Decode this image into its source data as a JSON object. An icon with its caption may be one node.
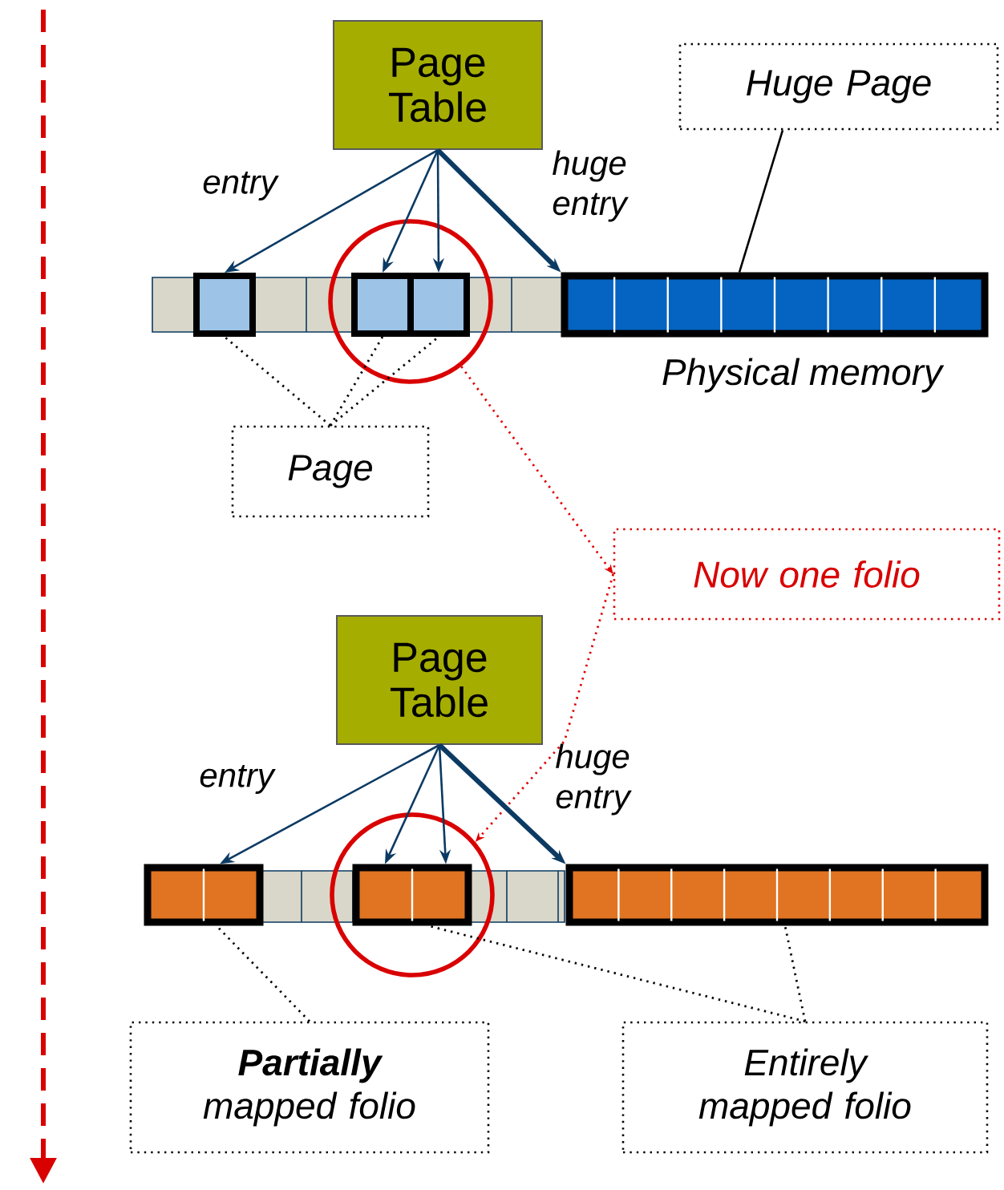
{
  "diagram": {
    "nodes": [
      {
        "text": [
          "Page Table"
        ]
      },
      {
        "text": [],
        "shape": "box"
      },
      {
        "text": [],
        "shape": "circle"
      },
      {
        "text": [],
        "shape": "box",
        "in": 2
      },
      {
        "text": [],
        "shape": "box",
        "in": 2
      },
      {
        "text": [],
        "shape": "bar",
        "beside": [
          "Physical memory"
        ]
      },
      {
        "text": [
          "Page"
        ]
      },
      {
        "text": [
          "Huge Page"
        ]
      },
      {
        "text": [
          "Now one folio"
        ]
      },
      {
        "text": [
          "Page Table"
        ]
      },
      {
        "text": [],
        "shape": "box"
      },
      {
        "text": [],
        "shape": "circle"
      },
      {
        "text": [],
        "shape": "box",
        "in": 11
      },
      {
        "text": [],
        "shape": "bar"
      },
      {
        "text": [
          "**Partially** mapped folio"
        ]
      },
      {
        "text": [
          "Entirely mapped folio"
        ]
      }
    ],
    "edges": [
      {
        "from": 0,
        "to": 1,
        "arrow": "to",
        "label": "entry"
      },
      {
        "from": 0,
        "to": 3,
        "arrow": "to"
      },
      {
        "from": 0,
        "to": 4,
        "arrow": "to"
      },
      {
        "from": 0,
        "to": 5,
        "arrow": "to",
        "label": "huge entry",
        "style": "thick"
      },
      {
        "from": 7,
        "to": 5,
        "arrow": "none",
        "color": "#000000"
      },
      {
        "from": 6,
        "to": 1,
        "arrow": "none",
        "style": "dashed",
        "color": "#000000"
      },
      {
        "from": 6,
        "to": 3,
        "arrow": "none",
        "style": "dashed",
        "color": "#000000"
      },
      {
        "from": 6,
        "to": 4,
        "arrow": "none",
        "style": "dashed",
        "color": "#000000"
      },
      {
        "from": 2,
        "to": 8,
        "arrow": "to",
        "style": "dashed",
        "color": "#e00000"
      },
      {
        "from": 8,
        "to": 11,
        "arrow": "to",
        "style": "dashed",
        "color": "#e00000"
      },
      {
        "from": 9,
        "to": 10,
        "arrow": "to",
        "label": "entry"
      },
      {
        "from": 9,
        "to": 12,
        "arrow": "to"
      },
      {
        "from": 9,
        "to": 12,
        "arrow": "to"
      },
      {
        "from": 9,
        "to": 13,
        "arrow": "to",
        "label": "huge entry",
        "style": "thick"
      },
      {
        "from": 14,
        "to": 10,
        "arrow": "none",
        "style": "dashed",
        "color": "#000000"
      },
      {
        "from": 15,
        "to": 12,
        "arrow": "none",
        "style": "dashed",
        "color": "#000000"
      },
      {
        "from": 15,
        "to": 13,
        "arrow": "none",
        "style": "dashed",
        "color": "#000000"
      }
    ]
  }
}
